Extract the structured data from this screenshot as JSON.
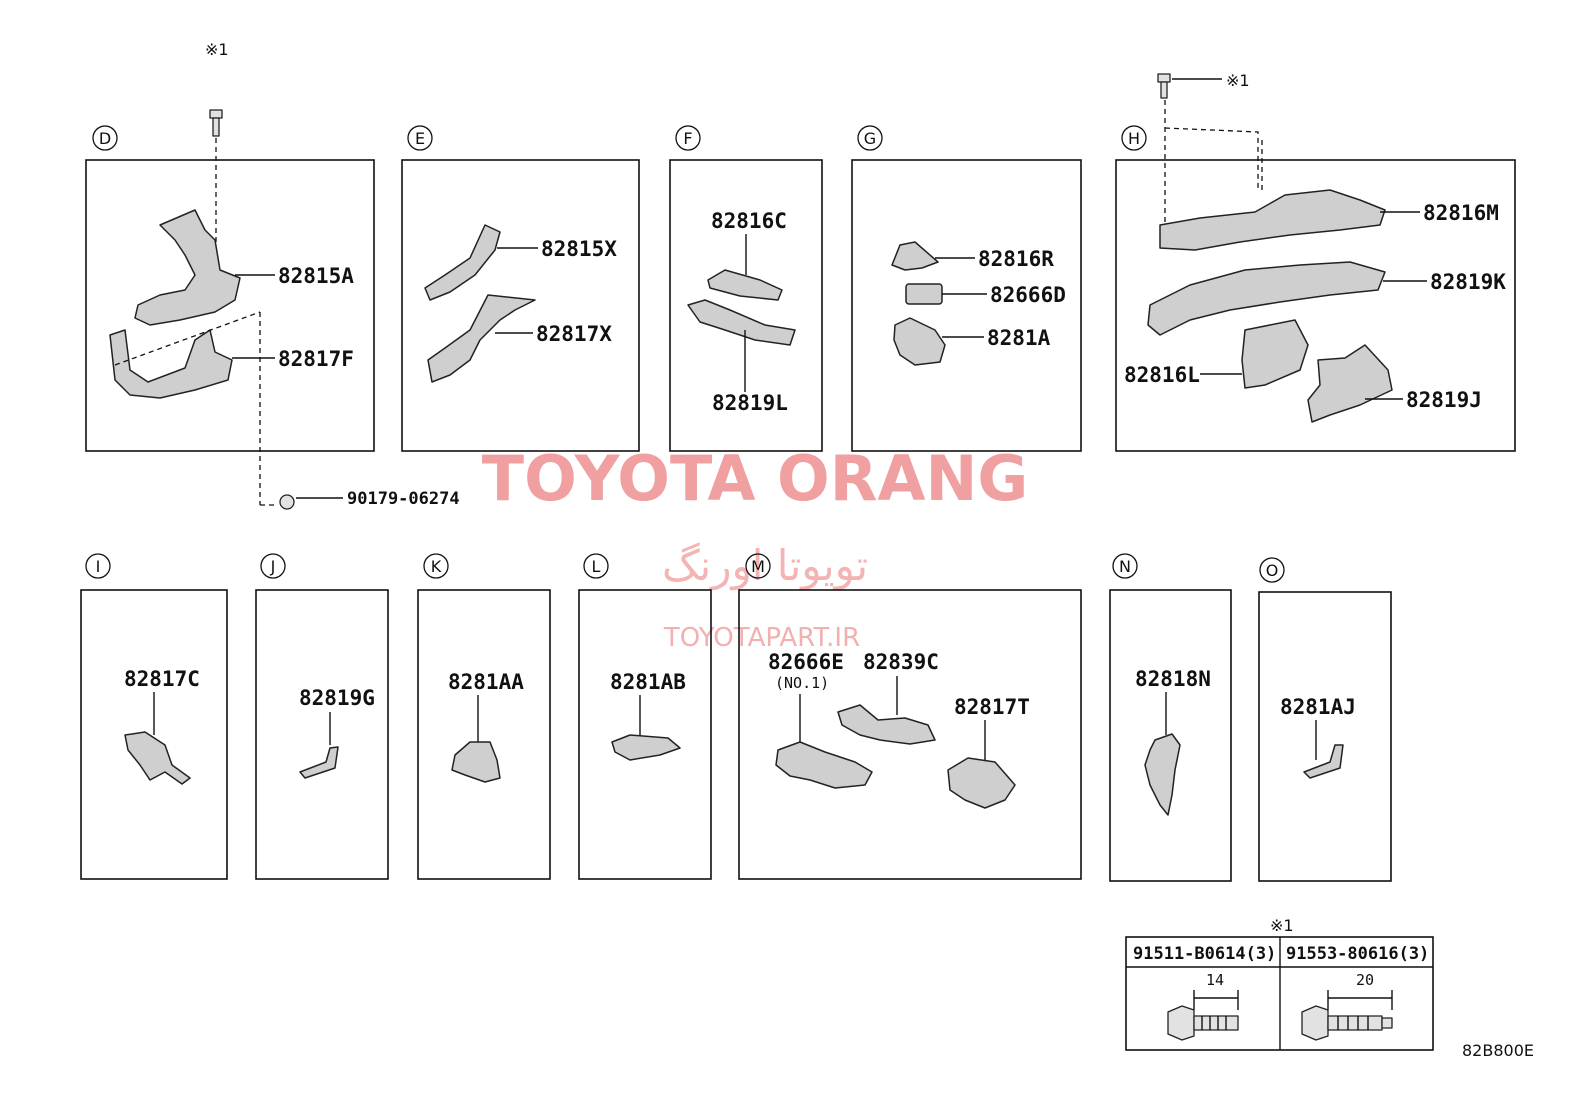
{
  "sections": [
    {
      "letter": "D",
      "parts": [
        "82815A",
        "82817F"
      ]
    },
    {
      "letter": "E",
      "parts": [
        "82815X",
        "82817X"
      ]
    },
    {
      "letter": "F",
      "parts": [
        "82816C",
        "82819L"
      ]
    },
    {
      "letter": "G",
      "parts": [
        "82816R",
        "82666D",
        "8281A"
      ]
    },
    {
      "letter": "H",
      "parts": [
        "82816M",
        "82819K",
        "82816L",
        "82819J"
      ]
    },
    {
      "letter": "I",
      "parts": [
        "82817C"
      ]
    },
    {
      "letter": "J",
      "parts": [
        "82819G"
      ]
    },
    {
      "letter": "K",
      "parts": [
        "8281AA"
      ]
    },
    {
      "letter": "L",
      "parts": [
        "8281AB"
      ]
    },
    {
      "letter": "M",
      "parts": [
        "82666E",
        "82839C",
        "82817T"
      ],
      "note": "(NO.1)"
    },
    {
      "letter": "N",
      "parts": [
        "82818N"
      ]
    },
    {
      "letter": "O",
      "parts": [
        "8281AJ"
      ]
    }
  ],
  "clip_part": "90179-06274",
  "bolt_marker": "※1",
  "bolt_table": {
    "marker": "※1",
    "columns": [
      {
        "part": "91511-B0614(3)",
        "length": "14"
      },
      {
        "part": "91553-80616(3)",
        "length": "20"
      }
    ]
  },
  "diagram_code": "82B800E",
  "watermark": {
    "title": "TOYOTA ORANG",
    "persian": "تویوتا اورنگ",
    "url": "TOYOTAPART.IR"
  },
  "colors": {
    "line": "#111111",
    "part_fill": "#cfcfcf",
    "watermark": "#f0a0a0"
  }
}
